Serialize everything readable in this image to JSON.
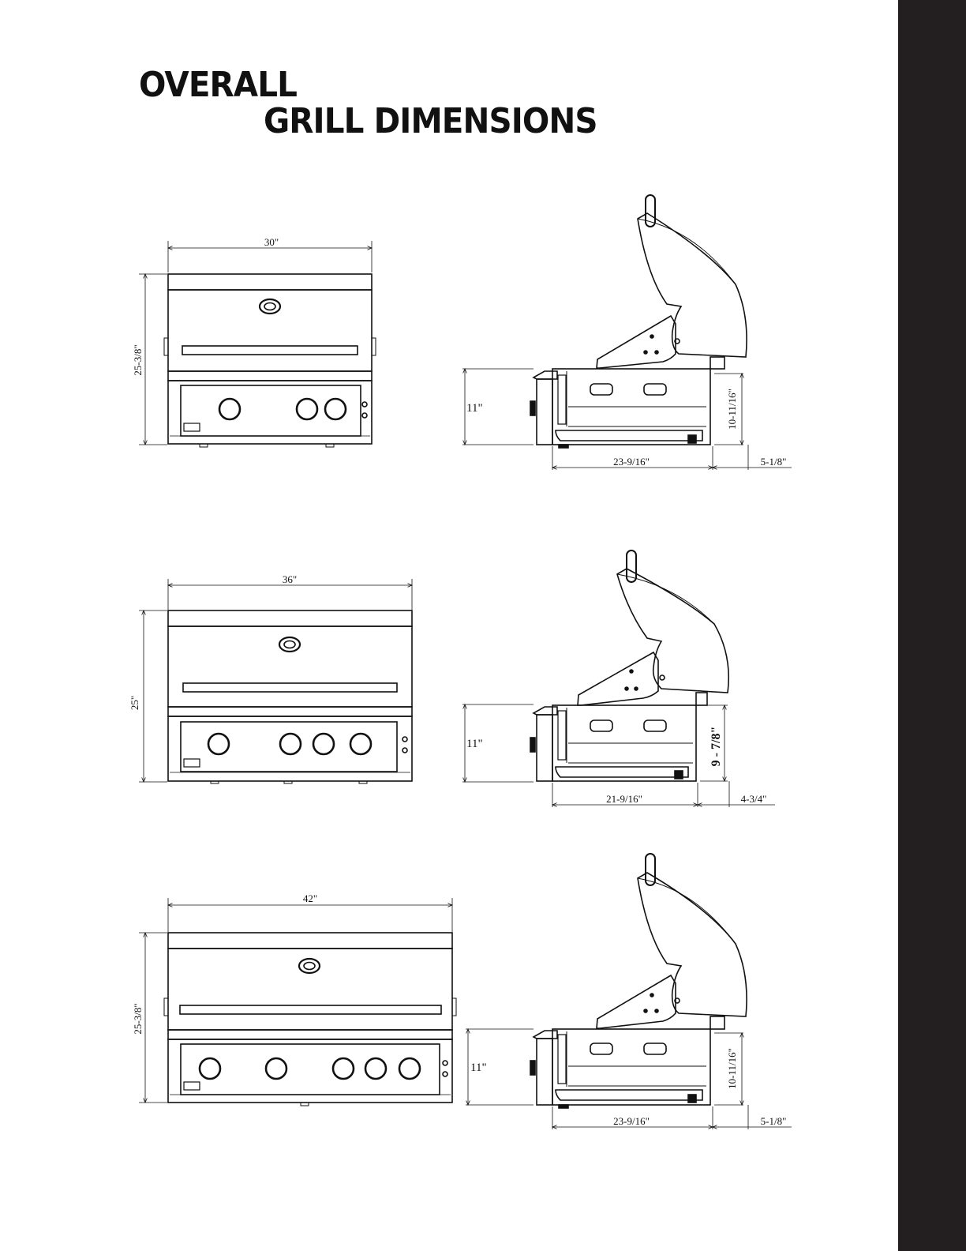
{
  "title": {
    "line1": "OVERALL",
    "line2": "GRILL DIMENSIONS"
  },
  "grills": [
    {
      "front": {
        "width": "30\"",
        "height": "25-3/8\""
      },
      "side": {
        "height_left": "11\"",
        "height_right": "10-11/16\"",
        "depth": "23-9/16\"",
        "offset": "5-1/8\""
      }
    },
    {
      "front": {
        "width": "36\"",
        "height": "25\""
      },
      "side": {
        "height_left": "11\"",
        "height_right": "9 - 7/8\"",
        "depth": "21-9/16\"",
        "offset": "4-3/4\""
      }
    },
    {
      "front": {
        "width": "42\"",
        "height": "25-3/8\""
      },
      "side": {
        "height_left": "11\"",
        "height_right": "10-11/16\"",
        "depth": "23-9/16\"",
        "offset": "5-1/8\""
      }
    }
  ],
  "colors": {
    "sidebar": "#231f20",
    "ink": "#111111"
  }
}
